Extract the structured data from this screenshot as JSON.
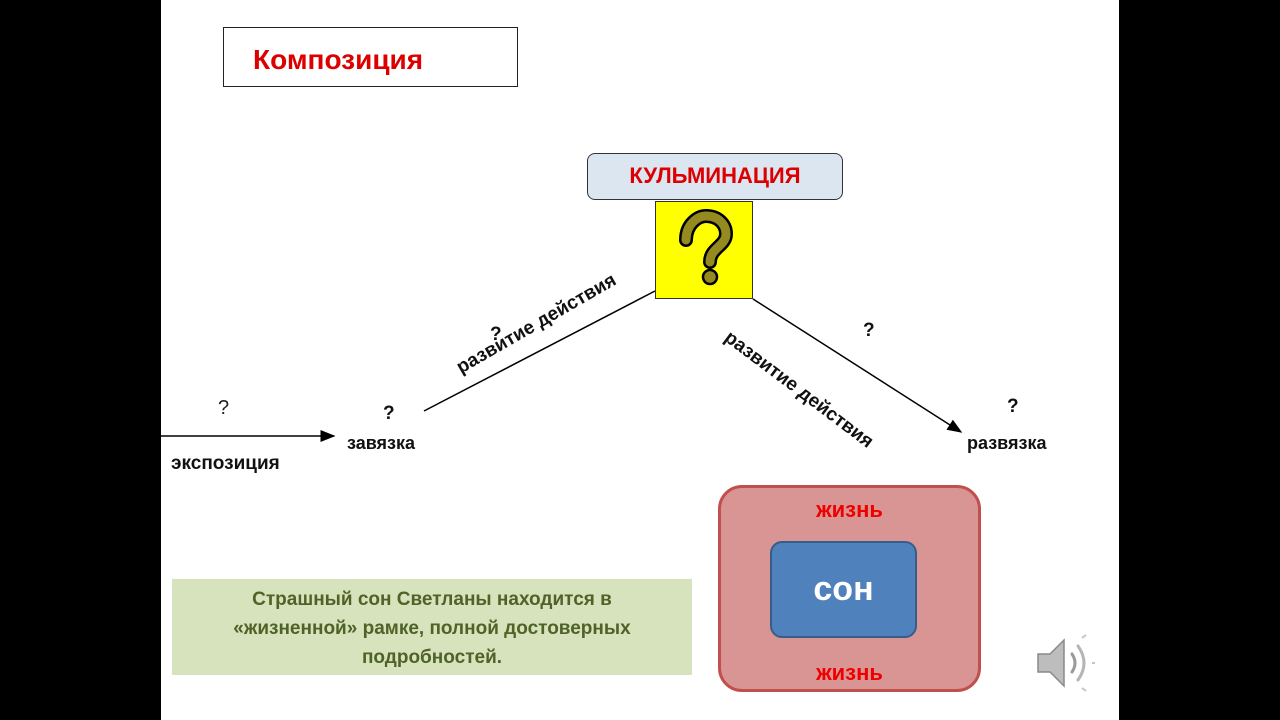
{
  "slide": {
    "title": "Композиция",
    "climax_label": "КУЛЬМИНАЦИЯ",
    "climax_icon": "question-mark-icon",
    "stages": {
      "exposition": "экспозиция",
      "exposition_q": "?",
      "inciting": "завязка",
      "inciting_q": "?",
      "rising": "развитие действия",
      "rising_q": "?",
      "falling": "развитие действия",
      "falling_q": "?",
      "resolution": "развязка",
      "resolution_q": "?"
    },
    "note": {
      "line1": "Страшный сон Светланы находится в",
      "line2": "«жизненной» рамке, полной достоверных",
      "line3": "подробностей."
    },
    "frame": {
      "outer_top": "жизнь",
      "outer_bottom": "жизнь",
      "inner": "сон"
    }
  },
  "colors": {
    "title_red": "#dd0000",
    "climax_fill": "#dce6f1",
    "question_fill": "#ffff00",
    "question_mark": "#948a1f",
    "note_fill": "#d6e3bc",
    "note_text": "#4f6228",
    "life_fill": "#d99594",
    "dream_fill": "#4f81bd"
  },
  "media": {
    "speaker_icon": "speaker-icon"
  }
}
